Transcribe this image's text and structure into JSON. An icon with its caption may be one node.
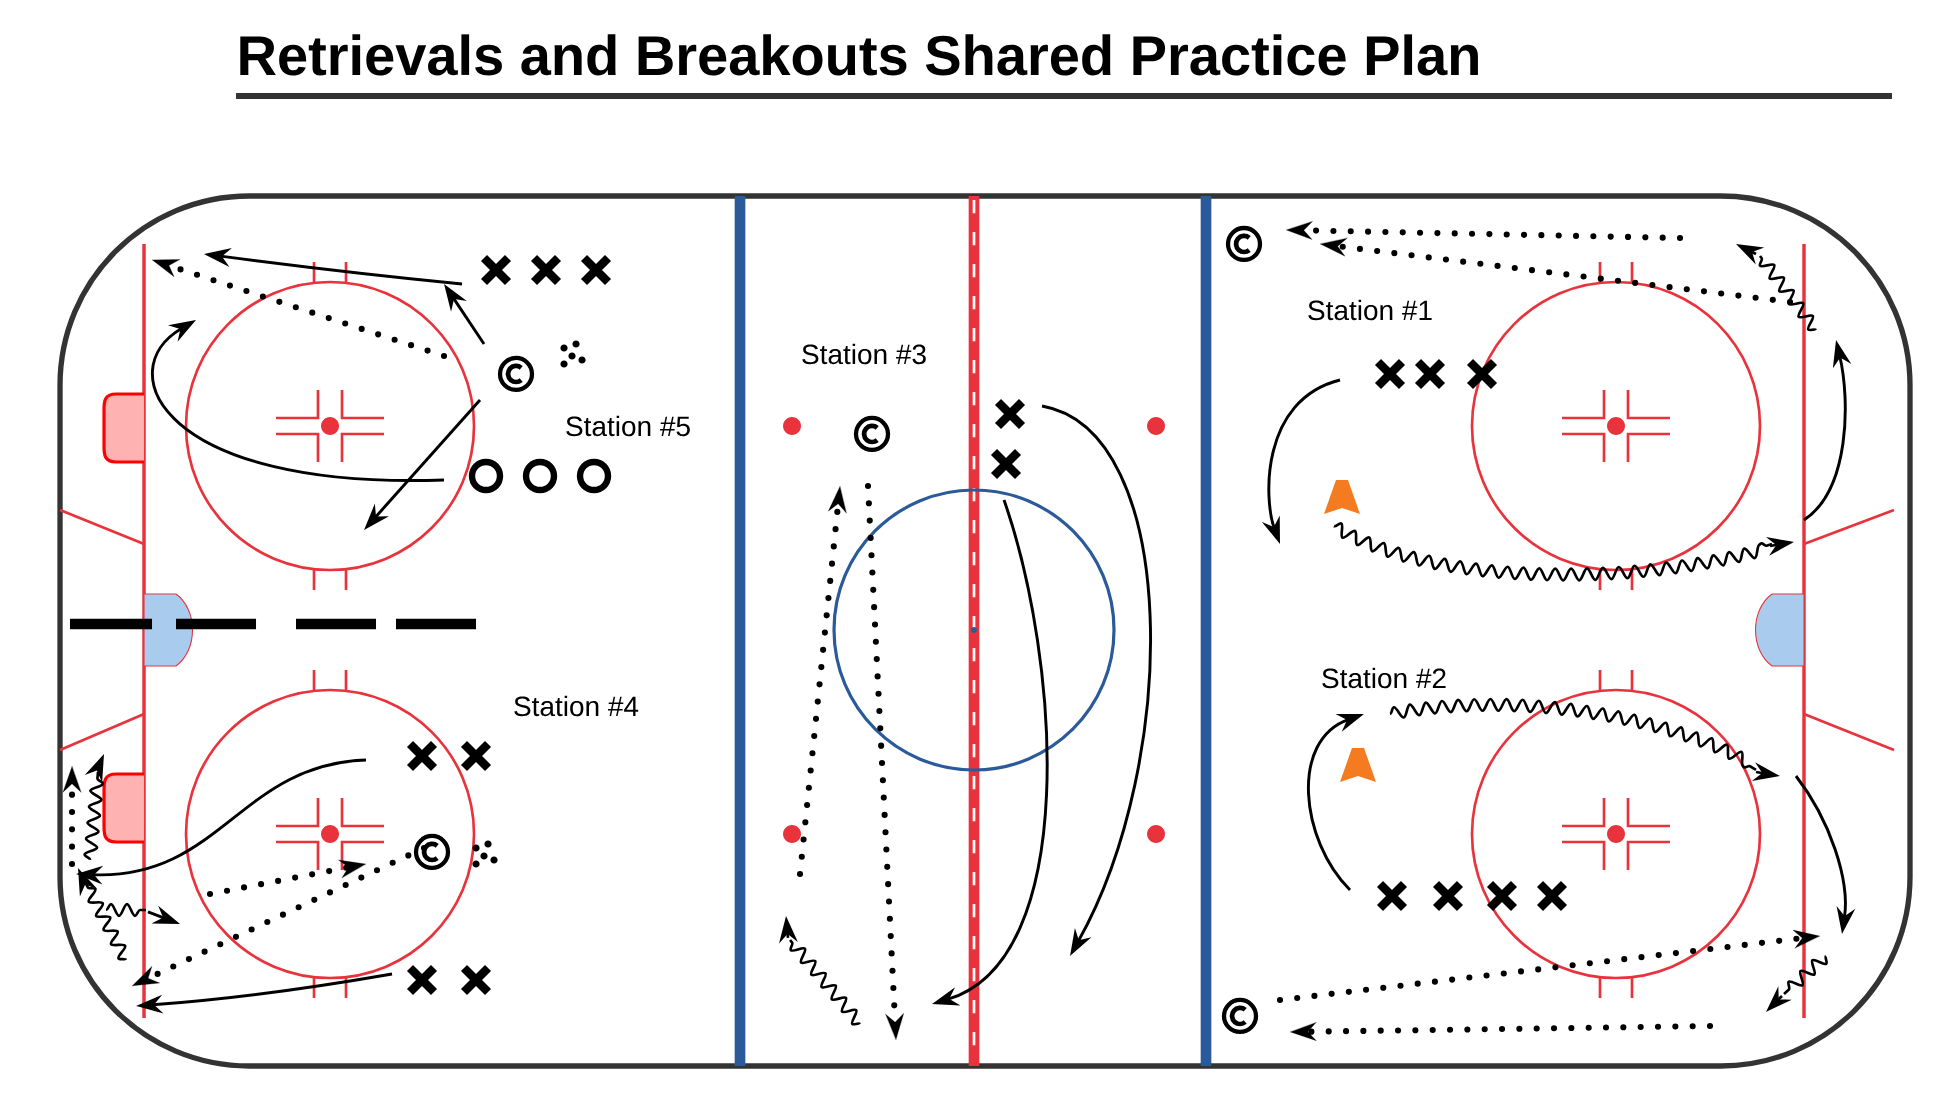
{
  "diagram": {
    "title": "Retrievals and Breakouts Shared Practice Plan",
    "labels": [
      "Station #5",
      "Station #3",
      "Station #1",
      "Station #4",
      "Station #2"
    ]
  }
}
